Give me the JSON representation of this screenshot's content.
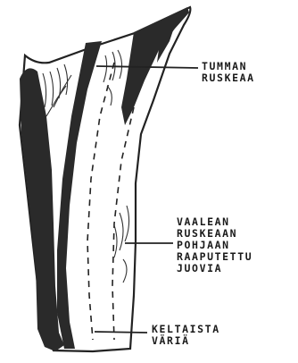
{
  "labels": {
    "dark_brown": [
      "TUMMAN",
      "RUSKEAA"
    ],
    "light_brown": [
      "VAALEAN",
      "RUSKEAAN",
      "POHJAAN",
      "RAAPUTETTU",
      "JUOVIA"
    ],
    "yellow": [
      "KELTAISTA",
      "VÄRIÄ"
    ]
  },
  "colors": {
    "ink": "#1a1a1a",
    "dark_fill": "#2a2a2a",
    "paper": "#ffffff"
  }
}
